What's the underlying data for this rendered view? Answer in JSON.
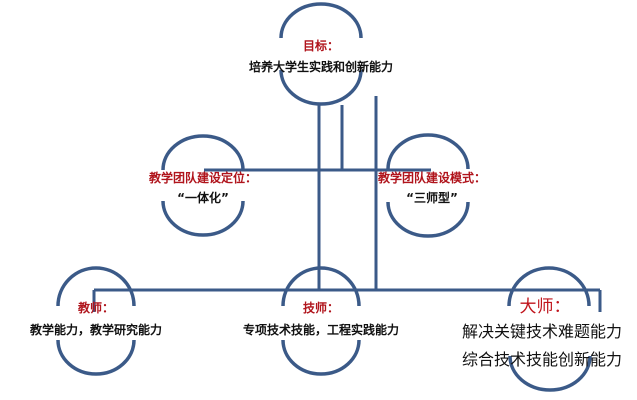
{
  "colors": {
    "line": "#3b5a88",
    "title": "#b0141c",
    "text": "#111111"
  },
  "goal": {
    "title": "目标：",
    "desc": "培养大学生实践和创新能力"
  },
  "positioning": {
    "title": "教学团队建设定位：",
    "desc": "“一体化”"
  },
  "mode": {
    "title": "教学团队建设模式：",
    "desc": "“三师型”"
  },
  "teacher": {
    "title": "教师：",
    "desc": "教学能力，教学研究能力"
  },
  "technician": {
    "title": "技师：",
    "desc": "专项技术技能，工程实践能力"
  },
  "master": {
    "title": "大师：",
    "lines": [
      "解决关键技术难题能力",
      "综合技术技能创新能力"
    ]
  }
}
